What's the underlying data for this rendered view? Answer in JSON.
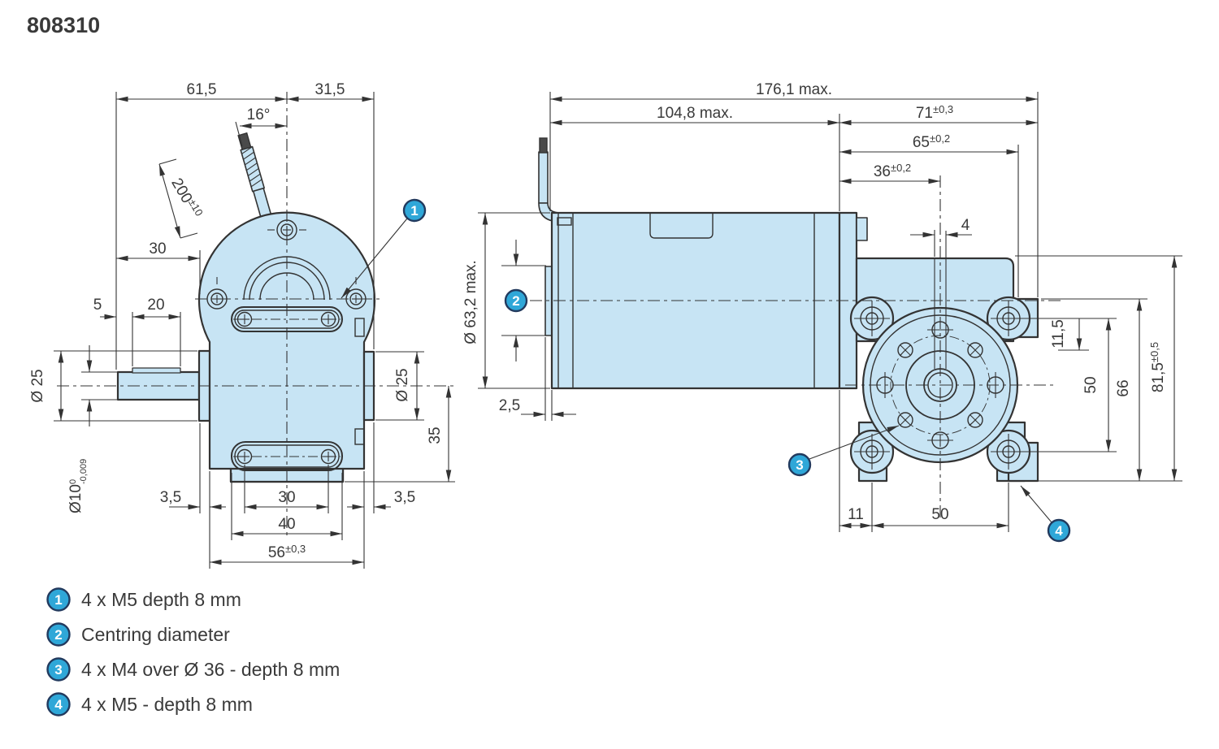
{
  "title": "808310",
  "colors": {
    "body_fill": "#c7e4f4",
    "line": "#333333",
    "text": "#3a3a3a",
    "callout_fill": "#2fa7d8",
    "callout_stroke": "#223a5e",
    "cap_fill": "#4a4a4a",
    "bg": "#ffffff"
  },
  "front_view": {
    "dims": {
      "w_left": "61,5",
      "w_right": "31,5",
      "angle": "16°",
      "cable_len": "200",
      "cable_tol": "±10",
      "off30": "30",
      "f5": "5",
      "f20": "20",
      "boss_dia": "Ø 25",
      "shaft_dia": "Ø10",
      "shaft_tol_hi": "0",
      "shaft_tol_lo": "-0,009",
      "hub_dia": "Ø 25",
      "h35": "35",
      "lip_l": "3,5",
      "holes30": "30",
      "lip_r": "3,5",
      "w40": "40",
      "w56": "56",
      "w56_tol": "±0,3"
    }
  },
  "side_view": {
    "dims": {
      "total": "176,1 max.",
      "motor": "104,8 max.",
      "gear": "71",
      "gear_tol": "±0,3",
      "l65": "65",
      "l65_tol": "±0,2",
      "l36": "36",
      "l36_tol": "±0,2",
      "off4": "4",
      "dia": "Ø 63,2 max.",
      "boss": "2,5",
      "v115": "11,5",
      "v50": "50",
      "v66": "66",
      "v815": "81,5",
      "v815_tol": "±0,5",
      "b11": "11",
      "b50": "50"
    }
  },
  "callouts": {
    "c1": "1",
    "c2": "2",
    "c3": "3",
    "c4": "4"
  },
  "legend": {
    "items": [
      {
        "num": "1",
        "text": "4 x M5 depth 8 mm"
      },
      {
        "num": "2",
        "text": "Centring diameter"
      },
      {
        "num": "3",
        "text": "4 x M4 over Ø 36 - depth 8 mm"
      },
      {
        "num": "4",
        "text": "4 x M5 - depth 8 mm"
      }
    ]
  }
}
